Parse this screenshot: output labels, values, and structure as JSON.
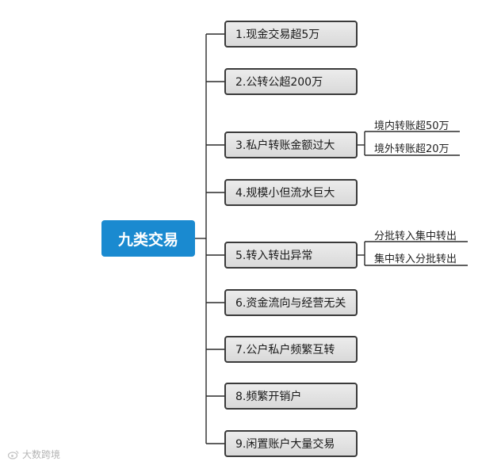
{
  "root": {
    "label": "九类交易"
  },
  "nodes": [
    {
      "label": "1.现金交易超5万"
    },
    {
      "label": "2.公转公超200万"
    },
    {
      "label": "3.私户转账金额过大",
      "children": [
        "境内转账超50万",
        "境外转账超20万"
      ]
    },
    {
      "label": "4.规模小但流水巨大"
    },
    {
      "label": "5.转入转出异常",
      "children": [
        "分批转入集中转出",
        "集中转入分批转出"
      ]
    },
    {
      "label": "6.资金流向与经营无关"
    },
    {
      "label": "7.公户私户频繁互转"
    },
    {
      "label": "8.频繁开销户"
    },
    {
      "label": "9.闲置账户大量交易"
    }
  ],
  "watermark": {
    "text": "大数跨境",
    "icon": "weibo-icon"
  },
  "colors": {
    "root_fill": "#1a8ad0",
    "node_fill": "#e3e3e3",
    "node_border": "#3a3a3a",
    "line": "#2a2a2a"
  }
}
